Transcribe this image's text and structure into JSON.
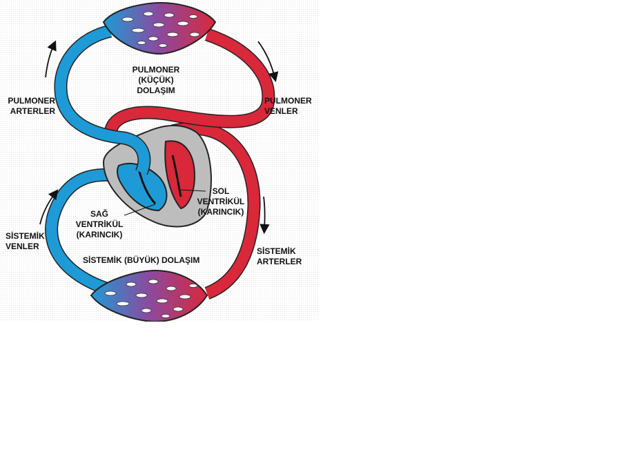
{
  "labels": {
    "pulmonary_circulation": [
      "PULMONER",
      "(KÜÇÜK)",
      "DOLAŞIM"
    ],
    "pulmonary_arteries": [
      "PULMONER",
      "ARTERLER"
    ],
    "pulmonary_veins": [
      "PULMONER",
      "VENLER"
    ],
    "left_ventricle": [
      "SOL",
      "VENTRİKÜL",
      "(KARINCIK)"
    ],
    "right_ventricle": [
      "SAĞ",
      "VENTRİKÜL",
      "(KARINCIK)"
    ],
    "systemic_veins": [
      "SİSTEMİK",
      "VENLER"
    ],
    "systemic_arteries": [
      "SİSTEMİK",
      "ARTERLER"
    ],
    "systemic_circulation": "SİSTEMİK (BÜYÜK) DOLAŞIM"
  },
  "colors": {
    "oxygen_poor_blood": "#1e9ad6",
    "oxygen_rich_blood": "#d8283a",
    "capillary_mix": "#8b4a9e",
    "heart_wall": "#bdbdbd",
    "outline": "#222222"
  },
  "icons": [
    "flow-arrow-icon"
  ]
}
